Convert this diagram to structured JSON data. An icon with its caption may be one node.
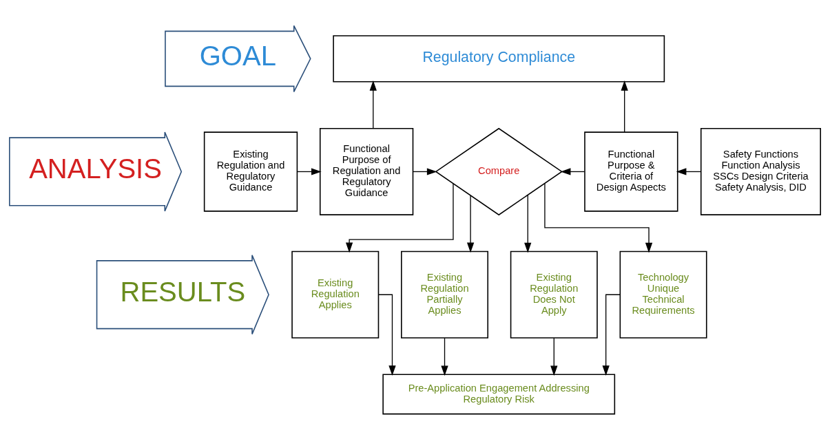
{
  "diagram": {
    "nodes": [
      {
        "text": [
          "GOAL"
        ]
      },
      {
        "text": [
          "ANALYSIS"
        ]
      },
      {
        "text": [
          "RESULTS"
        ]
      },
      {
        "text": [
          "Regulatory Compliance"
        ]
      },
      {
        "text": [
          "Existing Regulation and Regulatory Guidance"
        ]
      },
      {
        "text": [
          "Functional Purpose of Regulation and Regulatory Guidance"
        ]
      },
      {
        "text": [
          "Compare"
        ]
      },
      {
        "text": [
          "Functional Purpose & Criteria of Design Aspects"
        ]
      },
      {
        "text": [
          "Safety Functions",
          "Function Analysis",
          "SSCs Design Criteria",
          "Safety Analysis, DID"
        ]
      },
      {
        "text": [
          "Existing Regulation Applies"
        ]
      },
      {
        "text": [
          "Existing Regulation Partially Applies"
        ]
      },
      {
        "text": [
          "Existing Regulation Does Not Apply"
        ]
      },
      {
        "text": [
          "Technology Unique Technical Requirements"
        ]
      },
      {
        "text": [
          "Pre-Application Engagement Addressing Regulatory Risk"
        ]
      }
    ],
    "edges": [
      {
        "from": 5,
        "to": 3,
        "arrow": "to"
      },
      {
        "from": 7,
        "to": 3,
        "arrow": "to"
      },
      {
        "from": 4,
        "to": 5,
        "arrow": "to"
      },
      {
        "from": 5,
        "to": 6,
        "arrow": "to"
      },
      {
        "from": 7,
        "to": 6,
        "arrow": "to"
      },
      {
        "from": 8,
        "to": 7,
        "arrow": "to"
      },
      {
        "from": 6,
        "to": 9,
        "arrow": "to"
      },
      {
        "from": 6,
        "to": 10,
        "arrow": "to"
      },
      {
        "from": 6,
        "to": 11,
        "arrow": "to"
      },
      {
        "from": 6,
        "to": 12,
        "arrow": "to"
      },
      {
        "from": 9,
        "to": 13,
        "arrow": "to"
      },
      {
        "from": 10,
        "to": 13,
        "arrow": "to"
      },
      {
        "from": 11,
        "to": 13,
        "arrow": "to"
      },
      {
        "from": 12,
        "to": 13,
        "arrow": "to"
      }
    ]
  }
}
